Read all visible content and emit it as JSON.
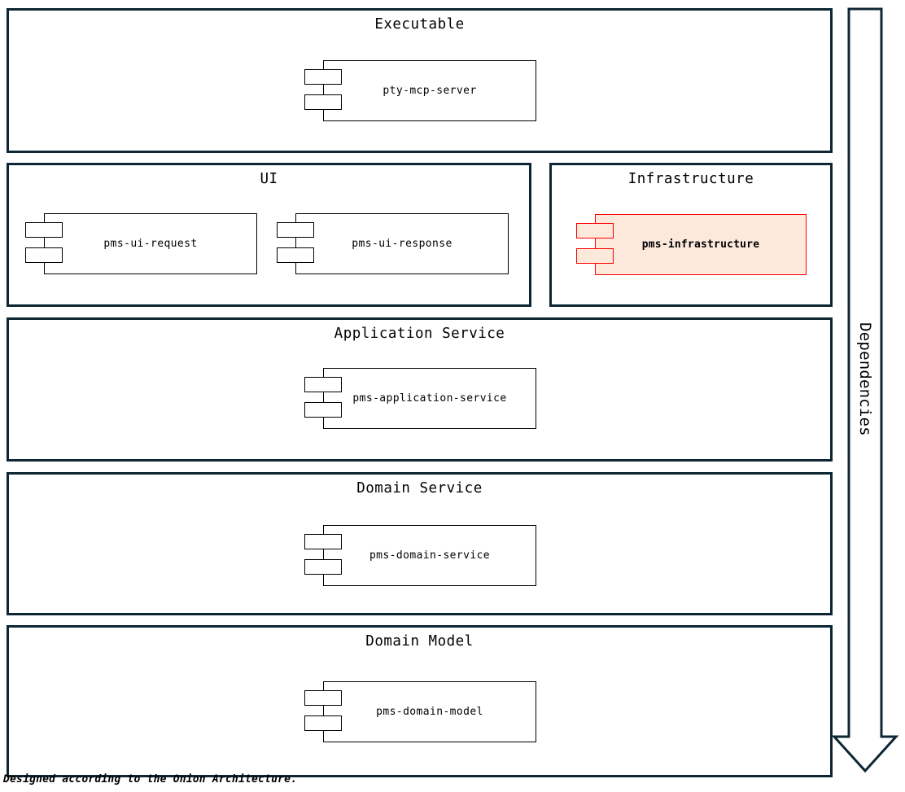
{
  "diagram": {
    "caption": "Designed according to the Onion Architecture.",
    "arrow_label": "Dependencies",
    "colors": {
      "frame_border": "#0d2633",
      "component_border": "#000000",
      "highlight_border": "#ff0000",
      "highlight_fill": "#fce9dc",
      "background": "#ffffff"
    },
    "layers": [
      {
        "id": "executable",
        "title": "Executable",
        "components": [
          {
            "name": "pty-mcp-server",
            "highlight": false
          }
        ]
      },
      {
        "id": "ui",
        "title": "UI",
        "components": [
          {
            "name": "pms-ui-request",
            "highlight": false
          },
          {
            "name": "pms-ui-response",
            "highlight": false
          }
        ]
      },
      {
        "id": "infrastructure",
        "title": "Infrastructure",
        "components": [
          {
            "name": "pms-infrastructure",
            "highlight": true
          }
        ]
      },
      {
        "id": "application-service",
        "title": "Application Service",
        "components": [
          {
            "name": "pms-application-service",
            "highlight": false
          }
        ]
      },
      {
        "id": "domain-service",
        "title": "Domain Service",
        "components": [
          {
            "name": "pms-domain-service",
            "highlight": false
          }
        ]
      },
      {
        "id": "domain-model",
        "title": "Domain Model",
        "components": [
          {
            "name": "pms-domain-model",
            "highlight": false
          }
        ]
      }
    ]
  }
}
